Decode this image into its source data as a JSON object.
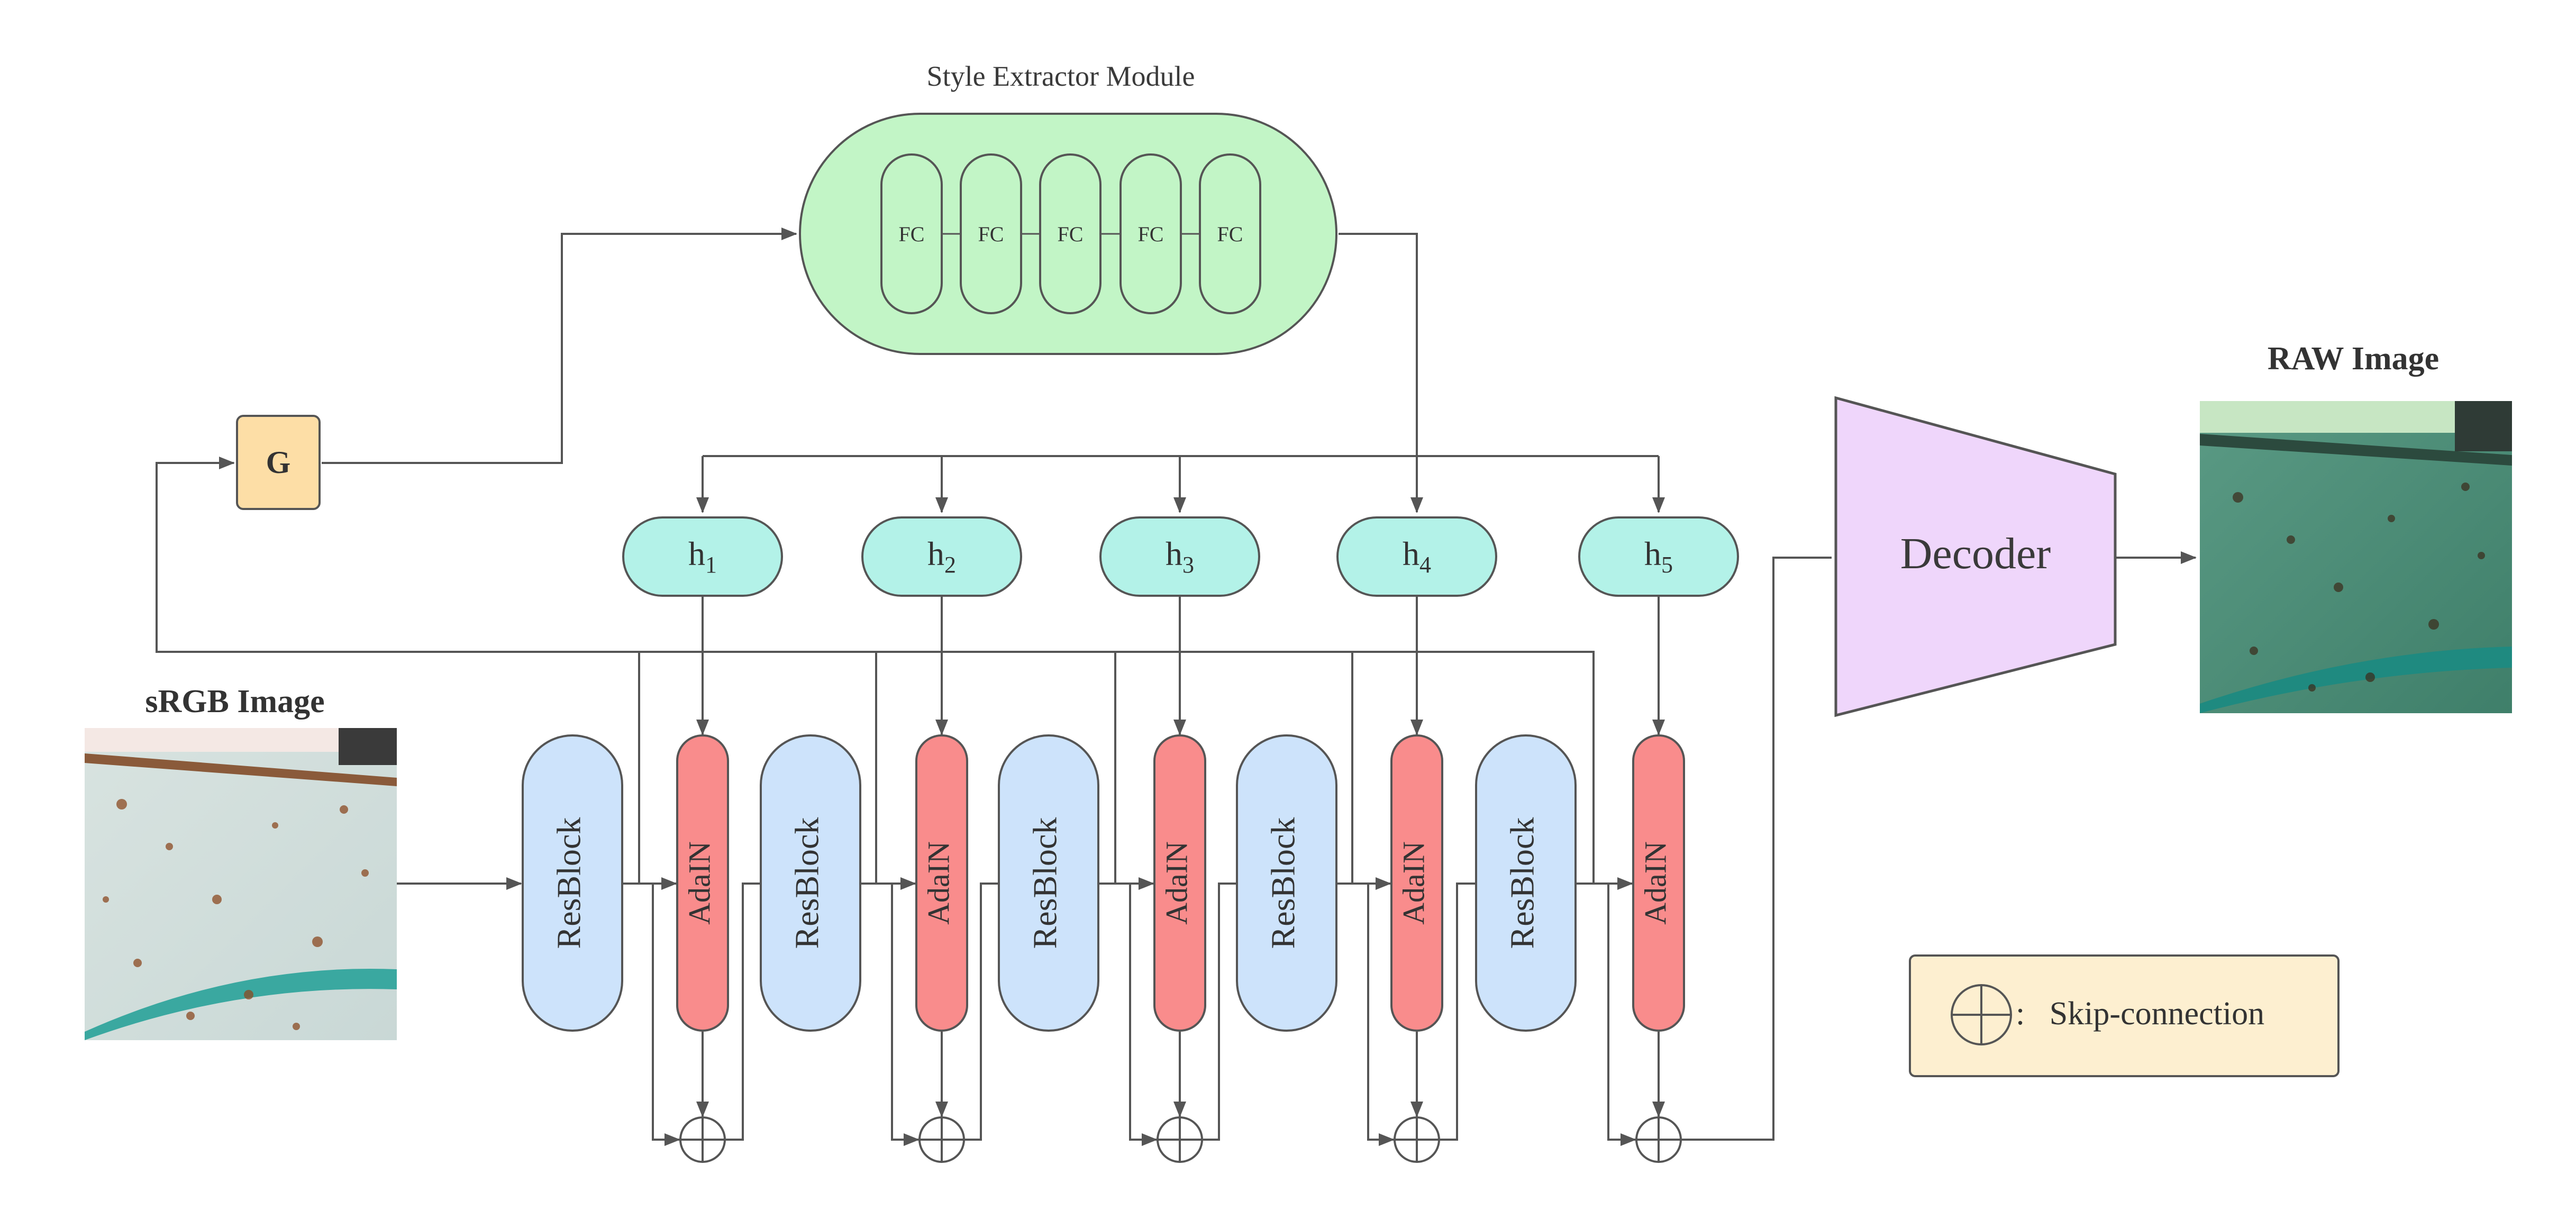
{
  "title": "Style Extractor Module",
  "inputs": {
    "srgb_label": "sRGB Image",
    "raw_label": "RAW Image"
  },
  "style_extractor": {
    "fc_labels": [
      "FC",
      "FC",
      "FC",
      "FC",
      "FC"
    ]
  },
  "g_label": "G",
  "h_labels": [
    {
      "base": "h",
      "sub": "1"
    },
    {
      "base": "h",
      "sub": "2"
    },
    {
      "base": "h",
      "sub": "3"
    },
    {
      "base": "h",
      "sub": "4"
    },
    {
      "base": "h",
      "sub": "5"
    }
  ],
  "resblock_label": "ResBlock",
  "adain_label": "AdaIN",
  "decoder_label": "Decoder",
  "legend": {
    "symbol_name": "skip-connection-symbol",
    "text": ":   Skip-connection"
  },
  "colors": {
    "style_extractor_fill": "#c2f5c6",
    "fc_fill": "#c2f5c6",
    "g_fill": "#fddea6",
    "h_fill": "#b3f2e8",
    "resblock_fill": "#cde3fb",
    "adain_fill": "#f98c8c",
    "decoder_fill": "#efd6fb",
    "legend_fill": "#fdefd0",
    "stroke": "#555555"
  }
}
